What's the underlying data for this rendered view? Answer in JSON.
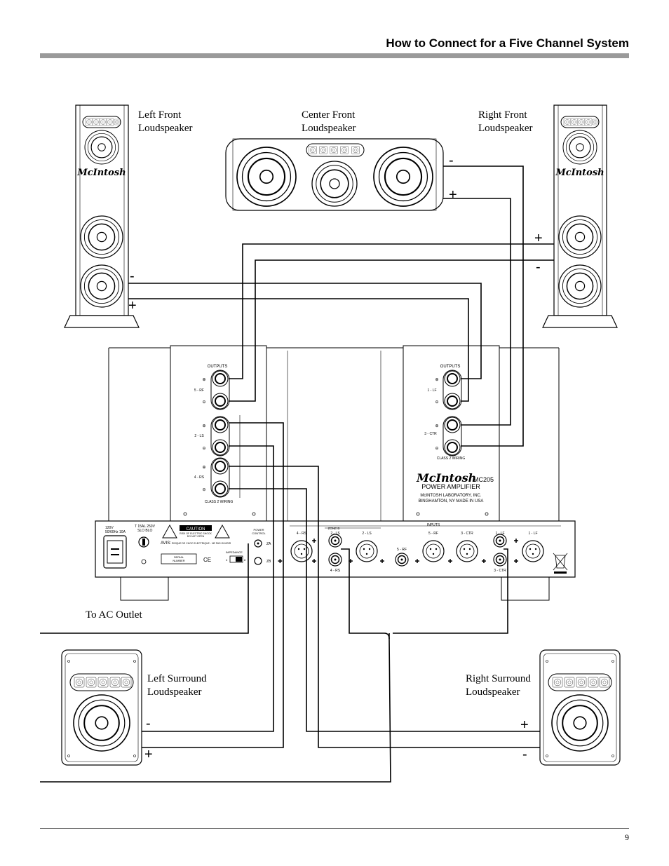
{
  "page": {
    "title": "How to Connect for a Five Channel System",
    "page_number": "9"
  },
  "speakers": {
    "left_front": [
      "Left Front",
      "Loudspeaker"
    ],
    "center_front": [
      "Center Front",
      "Loudspeaker"
    ],
    "right_front": [
      "Right Front",
      "Loudspeaker"
    ],
    "left_surround": [
      "Left Surround",
      "Loudspeaker"
    ],
    "right_surround": [
      "Right Surround",
      "Loudspeaker"
    ]
  },
  "ac_outlet": "To AC Outlet",
  "polarity": {
    "plus": "+",
    "minus": "-"
  },
  "brand": "McIntosh",
  "amplifier": {
    "outputs_label": "OUTPUTS",
    "left_panel_channels": [
      "5 - RF",
      "2 - LS",
      "4 - RS"
    ],
    "right_panel_channels": [
      "1 - LF",
      "3 - CTR"
    ],
    "class2": "CLASS 2 WIRING",
    "model": "MC205",
    "subtitle": "POWER AMPLIFIER",
    "maker_line1": "McINTOSH LABORATORY, INC.",
    "maker_line2": "BINGHAMTON, NY   MADE IN USA",
    "voltage": "120V",
    "freq": "50/60Hz 10A",
    "fuse1": "T 15AL 250V",
    "fuse2": "SLO BLO",
    "caution": "CAUTION",
    "caution_sub1": "RISK OF ELECTRIC SHOCK",
    "caution_sub2": "DO NOT OPEN",
    "avis": "AVIS:",
    "avis_text": "RISQUE DE CHOC ELECTRIQUE - NE PAS OUVRIR",
    "serial1": "SERIAL",
    "serial2": "NUMBER",
    "power_control1": "POWER",
    "power_control2": "CONTROL",
    "zone_a": "ZA",
    "zone_b": "ZB",
    "impedance": "IMPEDANCE",
    "imp4": "4",
    "imp8": "8",
    "inputs": "INPUTS",
    "zone_b_label": "ZONE B",
    "input_labels": [
      "4 - RS",
      "2 - LS",
      "2 - LS",
      "5 - RF",
      "5 - RF",
      "3 - CTR",
      "1 - LF",
      "1 - LF"
    ],
    "input_sub_labels": [
      "4 - RS",
      "3 - CTR"
    ]
  }
}
